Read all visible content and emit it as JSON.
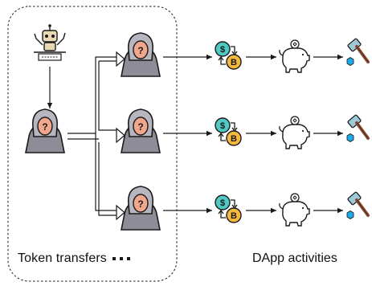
{
  "captions": {
    "token_transfers": "Token transfers",
    "ellipsis": "▪▪▪",
    "dapp_activities": "DApp activities"
  },
  "coin_symbols": {
    "dollar": "$",
    "bitcoin": "B",
    "hooded_mark": "?"
  },
  "colors": {
    "outline": "#1a1a1a",
    "hood": "#b7b5bd",
    "hood_dark": "#8e8c96",
    "face": "#f2a78d",
    "dollar_coin": "#4fc9c4",
    "bitcoin_coin": "#f5b83d",
    "hammer_head": "#9fc8d8",
    "hammer_handle": "#8a4a2e",
    "hexagon": "#1fa9e8",
    "robot": "#e8d9b4"
  },
  "icons": [
    "robot-icon",
    "hooded-hacker-icon",
    "coin-swap-icon",
    "piggy-bank-icon",
    "hammer-hexagon-icon"
  ]
}
